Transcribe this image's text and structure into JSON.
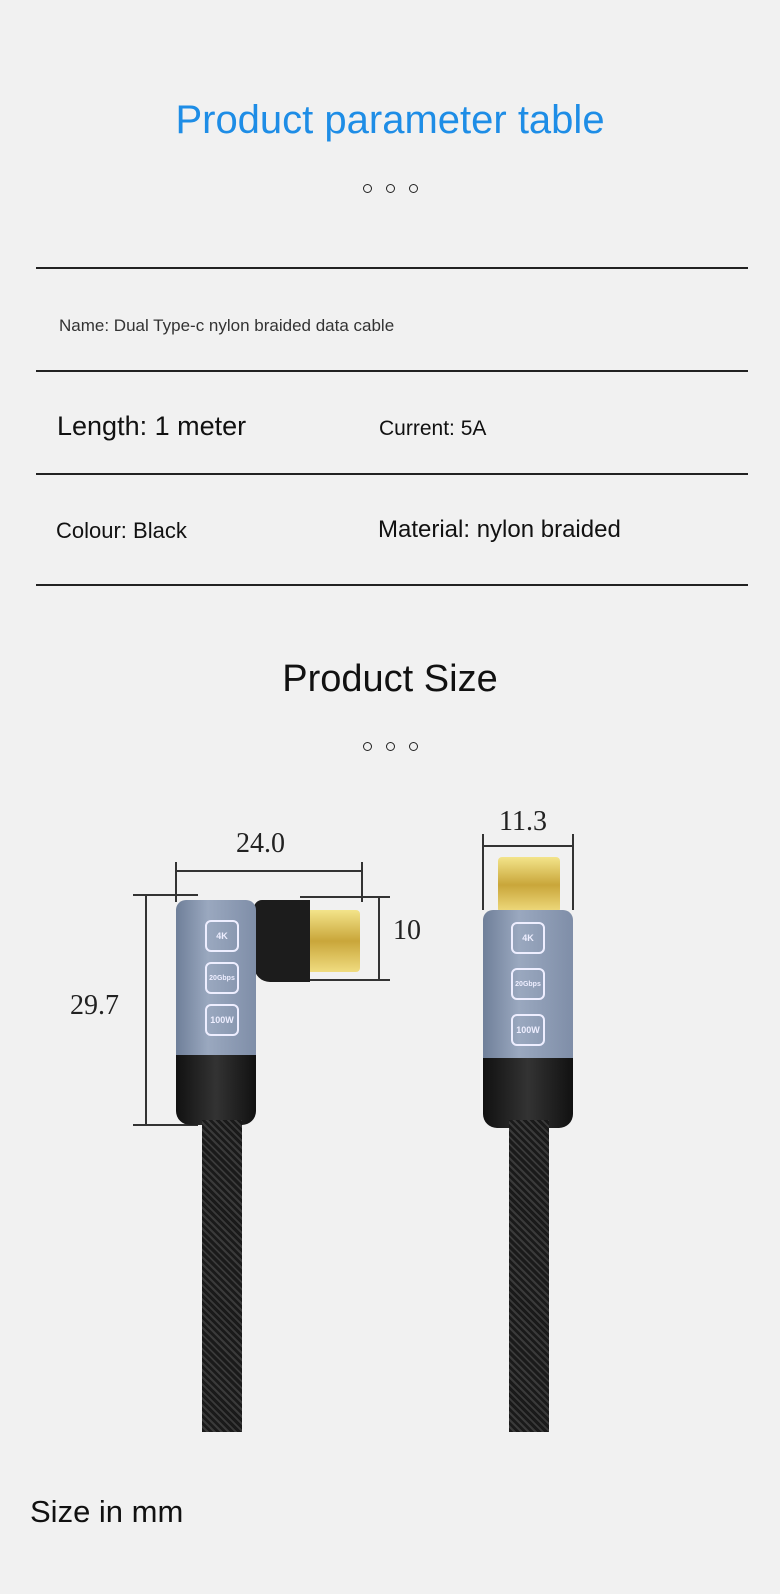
{
  "params": {
    "title": "Product parameter table",
    "name": "Name: Dual Type-c nylon braided data cable",
    "length": "Length: 1 meter",
    "current": "Current: 5A",
    "colour": "Colour: Black",
    "material": "Material: nylon braided"
  },
  "size": {
    "title": "Product Size",
    "dims": {
      "width_angled": "24.0",
      "height_angled": "29.7",
      "plug_height": "10",
      "width_straight": "11.3"
    },
    "badges": [
      "4K",
      "20Gbps",
      "100W"
    ],
    "footer": "Size in mm"
  }
}
